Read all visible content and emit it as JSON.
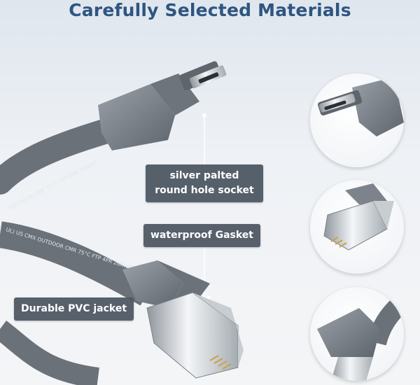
{
  "title": "Carefully Selected Materials",
  "labels": {
    "socket_line1": "silver palted",
    "socket_line2": "round hole socket",
    "gasket": "waterproof Gasket",
    "jacket": "Durable PVC jacket"
  },
  "cable_print": {
    "upper": "OUTDOOR CMR 75°C FTP 4PR 26AWG",
    "lower": "UL) US CMX OUTDOOR CMR 75°C FTP 4PR 26AWG"
  },
  "colors": {
    "title": "#2f5581",
    "label_bg": "#4d5662",
    "cable": "#6f767e",
    "boot": "#7c838b"
  },
  "icons": [
    "plug-detail-icon",
    "rj45-connector-icon",
    "rj45-boot-icon"
  ]
}
